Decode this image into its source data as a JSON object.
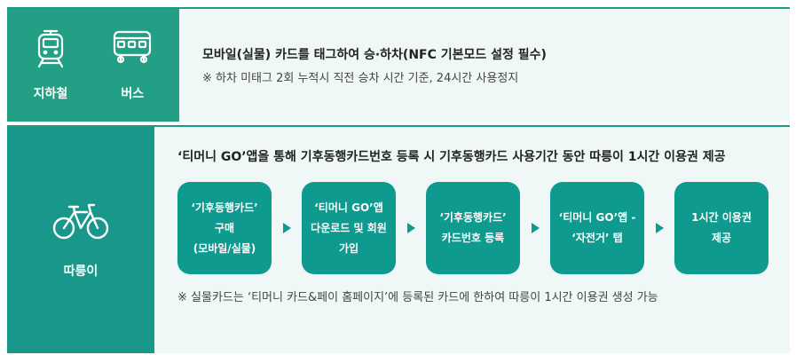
{
  "section1": {
    "subway_label": "지하철",
    "bus_label": "버스",
    "main_text": "모바일(실물) 카드를 태그하여 승·하차(NFC 기본모드 설정 필수)",
    "note": "※  하차 미태그 2회 누적시 직전 승차 시간 기준, 24시간 사용정지"
  },
  "section2": {
    "bike_label": "따릉이",
    "main_text": "‘티머니 GO’앱을 통해 기후동행카드번호 등록 시 기후동행카드 사용기간 동안 따릉이 1시간 이용권 제공",
    "steps": [
      "‘기후동행카드’\n구매\n(모바일/실물)",
      "‘티머니 GO’앱\n다운로드 및 회원\n가입",
      "‘기후동행카드’\n카드번호 등록",
      "‘티머니 GO’앱 -\n‘자전거’ 탭",
      "1시간 이용권\n제공"
    ],
    "note": "※  실물카드는 ‘티머니 카드&페이 홈페이지’에 등록된 카드에 한하여 따릉이 1시간 이용권 생성 가능"
  },
  "colors": {
    "green": "#239f86",
    "teal": "#19978a",
    "step": "#0e9a8e",
    "panel": "#f0f8f7"
  }
}
